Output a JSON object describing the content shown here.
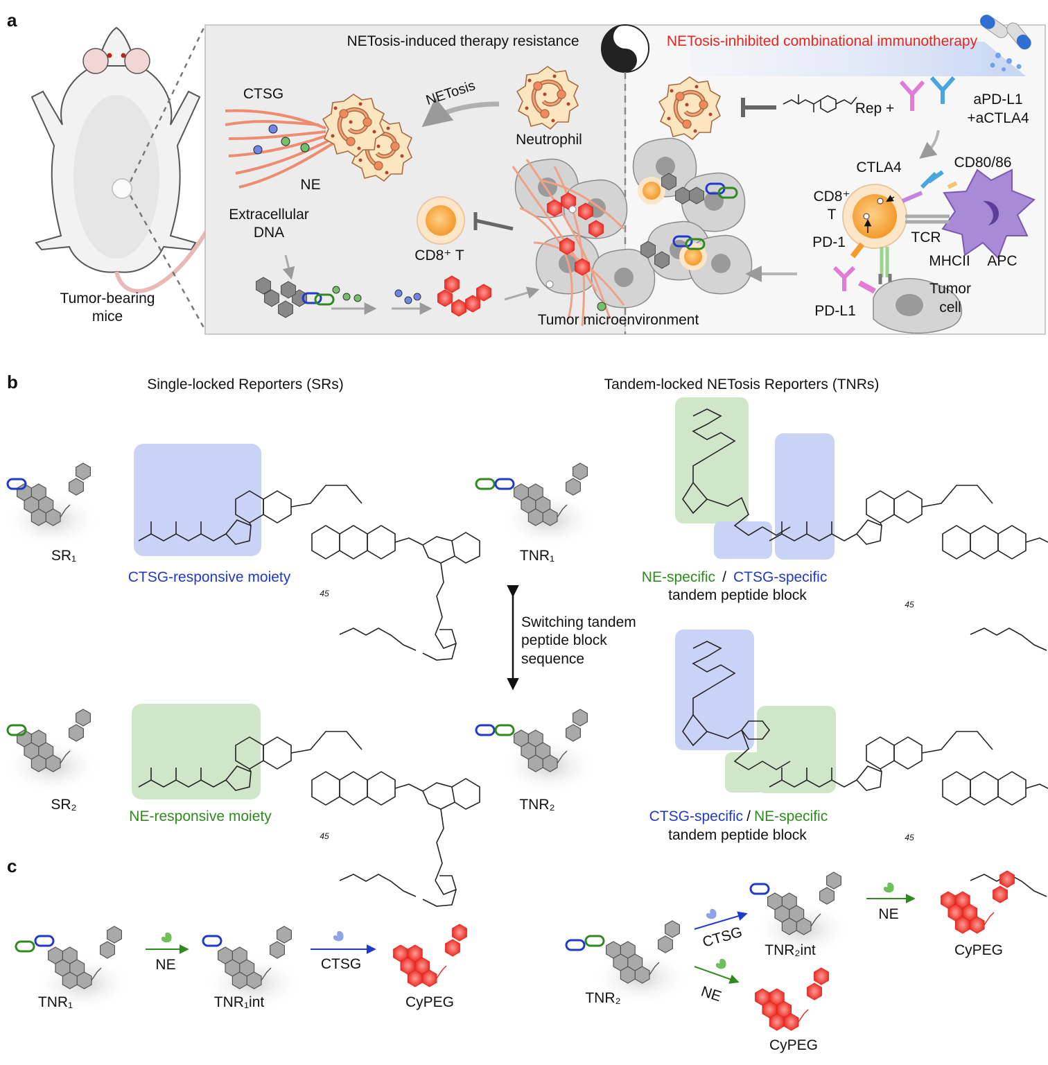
{
  "panels": {
    "a": {
      "label": "a",
      "mouse_caption_line1": "Tumor-bearing",
      "mouse_caption_line2": "mice",
      "left_title": "NETosis-induced therapy resistance",
      "right_title": "NETosis-inhibited combinational immunotherapy",
      "netosis_arrow": "NETosis",
      "ctsg": "CTSG",
      "ne": "NE",
      "ecdna_line1": "Extracellular",
      "ecdna_line2": "DNA",
      "neutrophil": "Neutrophil",
      "cd8_t": "CD8⁺ T",
      "tme": "Tumor microenvironment",
      "rep_plus": "Rep +",
      "apdl1": "aPD-L1",
      "actla4": "+aCTLA4",
      "ctla4": "CTLA4",
      "cd8086": "CD80/86",
      "cd8_line1": "CD8⁺",
      "cd8_line2": "T",
      "pd1": "PD-1",
      "tcr": "TCR",
      "mhcii": "MHCII",
      "apc": "APC",
      "tumor_line1": "Tumor",
      "tumor_line2": "cell",
      "pdl1": "PD-L1"
    },
    "b": {
      "label": "b",
      "sr_header": "Single-locked Reporters (SRs)",
      "tnr_header": "Tandem-locked NETosis Reporters (TNRs)",
      "sr1": "SR₁",
      "sr2": "SR₂",
      "tnr1": "TNR₁",
      "tnr2": "TNR₂",
      "ctsg_moiety": "CTSG-responsive moiety",
      "ne_moiety": "NE-responsive moiety",
      "tnr1_spec_a": "NE-specific",
      "tnr1_spec_b": "CTSG-specific",
      "tnr2_spec_a": "CTSG-specific",
      "tnr2_spec_b": "NE-specific",
      "slash": " / ",
      "block": "tandem peptide block",
      "switch_line1": "Switching tandem",
      "switch_line2": "peptide block",
      "switch_line3": "sequence",
      "peg": "45"
    },
    "c": {
      "label": "c",
      "tnr1": "TNR₁",
      "tnr1int": "TNR₁int",
      "cypeg": "CyPEG",
      "ne": "NE",
      "ctsg": "CTSG",
      "tnr2": "TNR₂",
      "tnr2int": "TNR₂int"
    }
  },
  "colors": {
    "blue_text": "#1f39c9",
    "green_text": "#2f8a1e",
    "red_text": "#e8251d",
    "blue_box": "#c9d3f5",
    "green_box": "#cfe6c9",
    "probe_gray": "#a9a9a9",
    "dye_red": "#ee3b33",
    "tumor_gray": "#d4d4d4"
  }
}
